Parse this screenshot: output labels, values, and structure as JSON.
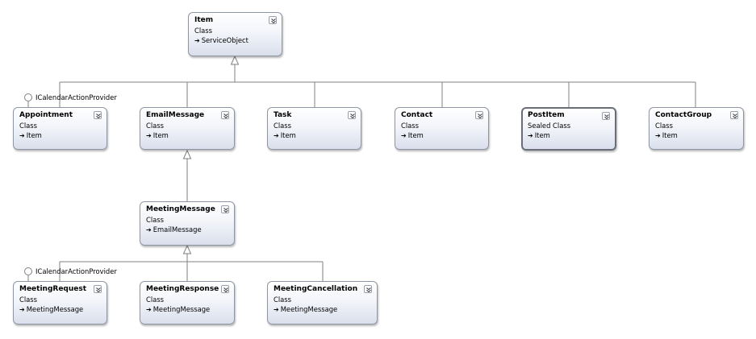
{
  "classes": [
    {
      "id": "item",
      "name": "Item",
      "kind": "Class",
      "base": "ServiceObject"
    },
    {
      "id": "appointment",
      "name": "Appointment",
      "kind": "Class",
      "base": "Item"
    },
    {
      "id": "emailmessage",
      "name": "EmailMessage",
      "kind": "Class",
      "base": "Item"
    },
    {
      "id": "task",
      "name": "Task",
      "kind": "Class",
      "base": "Item"
    },
    {
      "id": "contact",
      "name": "Contact",
      "kind": "Class",
      "base": "Item"
    },
    {
      "id": "postitem",
      "name": "PostItem",
      "kind": "Sealed Class",
      "base": "Item"
    },
    {
      "id": "contactgroup",
      "name": "ContactGroup",
      "kind": "Class",
      "base": "Item"
    },
    {
      "id": "meetingmessage",
      "name": "MeetingMessage",
      "kind": "Class",
      "base": "EmailMessage"
    },
    {
      "id": "meetingrequest",
      "name": "MeetingRequest",
      "kind": "Class",
      "base": "MeetingMessage"
    },
    {
      "id": "meetingresponse",
      "name": "MeetingResponse",
      "kind": "Class",
      "base": "MeetingMessage"
    },
    {
      "id": "meetingcancellation",
      "name": "MeetingCancellation",
      "kind": "Class",
      "base": "MeetingMessage"
    }
  ],
  "interfaces": [
    {
      "implementer": "appointment",
      "name": "ICalendarActionProvider"
    },
    {
      "implementer": "meetingrequest",
      "name": "ICalendarActionProvider"
    }
  ],
  "colors": {
    "connector": "#808080",
    "box_border": "#8e95a3",
    "sealed_border": "#6a6e78"
  },
  "icons": {
    "base_arrow": "inheritance-arrow-icon",
    "expander": "chevron-double-down-icon",
    "interface": "lollipop-interface-icon"
  }
}
